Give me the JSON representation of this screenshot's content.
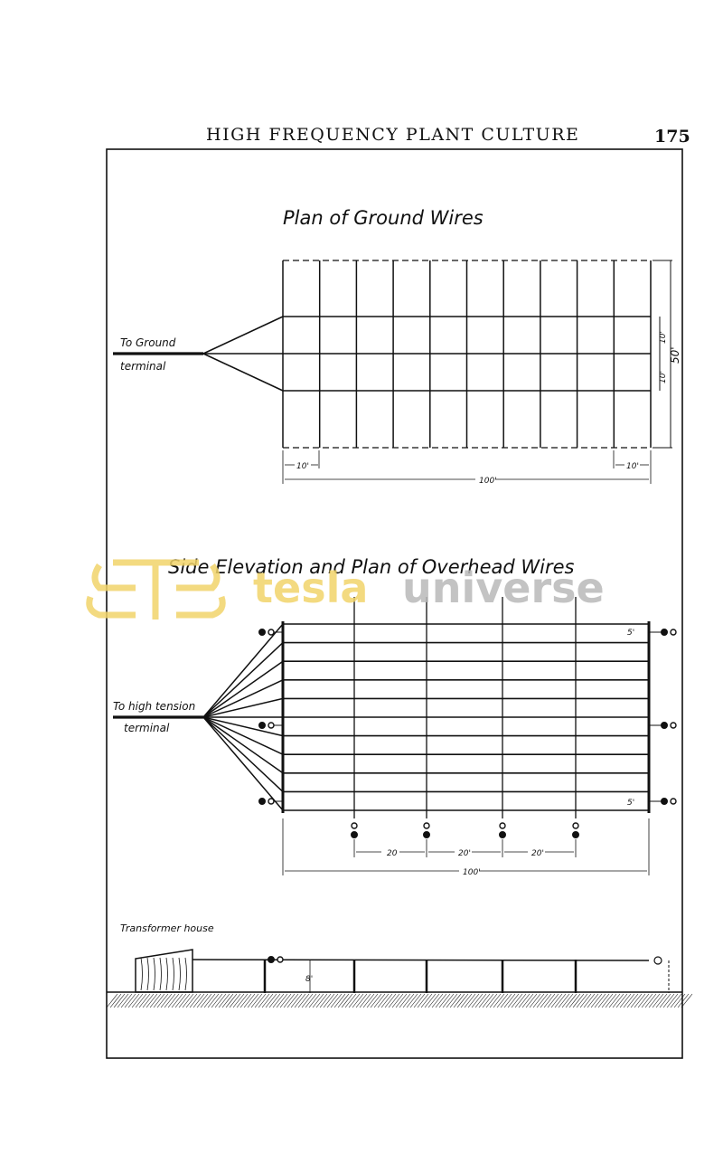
{
  "page": {
    "running_header": "HIGH FREQUENCY PLANT CULTURE",
    "page_number": "175"
  },
  "figure": {
    "plan_ground": {
      "title": "Plan of Ground Wires",
      "label_line1": "To Ground",
      "label_line2": "terminal",
      "dim_cell": "10'",
      "dim_cell_right": "10'",
      "dim_length": "100'",
      "dim_width": "50'",
      "dim_spacing_a": "10'",
      "dim_spacing_b": "10'"
    },
    "overhead": {
      "title": "Side Elevation and Plan of Overhead Wires",
      "label_line1": "To high tension",
      "label_line2": "terminal",
      "dim_a": "20",
      "dim_b": "20'",
      "dim_c": "20'",
      "dim_length": "100'",
      "dim_top": "5'",
      "dim_bottom": "5'"
    },
    "elevation": {
      "label": "Transformer house",
      "dim_height": "8'"
    }
  },
  "watermark": {
    "word1": "tesla",
    "word2": "universe",
    "color_gold": "#f2d46a",
    "color_gray": "#b9b9b9"
  }
}
